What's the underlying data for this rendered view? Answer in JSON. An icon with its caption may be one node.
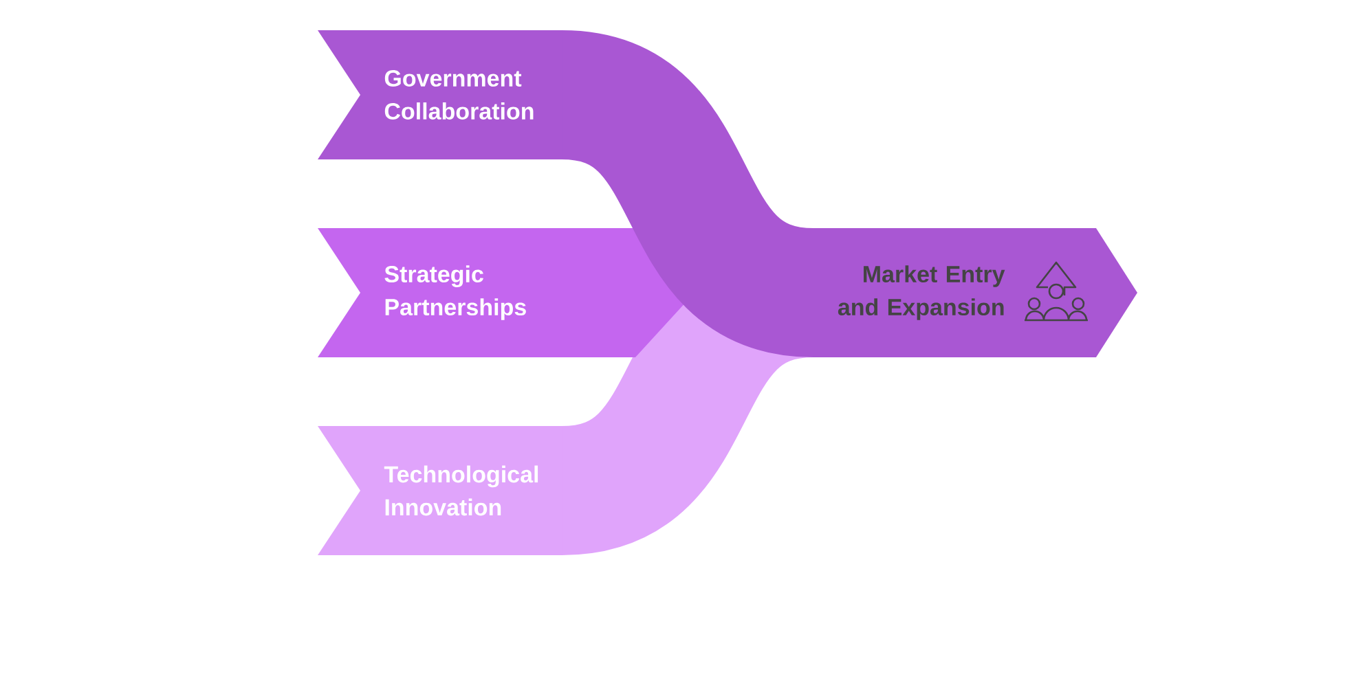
{
  "diagram": {
    "nodes": [
      {
        "text": [
          "Government Collaboration"
        ]
      },
      {
        "text": [
          "Strategic Partnerships"
        ]
      },
      {
        "text": [
          "Technological Innovation"
        ]
      },
      {
        "text": [
          "Market Entry and Expansion"
        ]
      }
    ]
  }
}
